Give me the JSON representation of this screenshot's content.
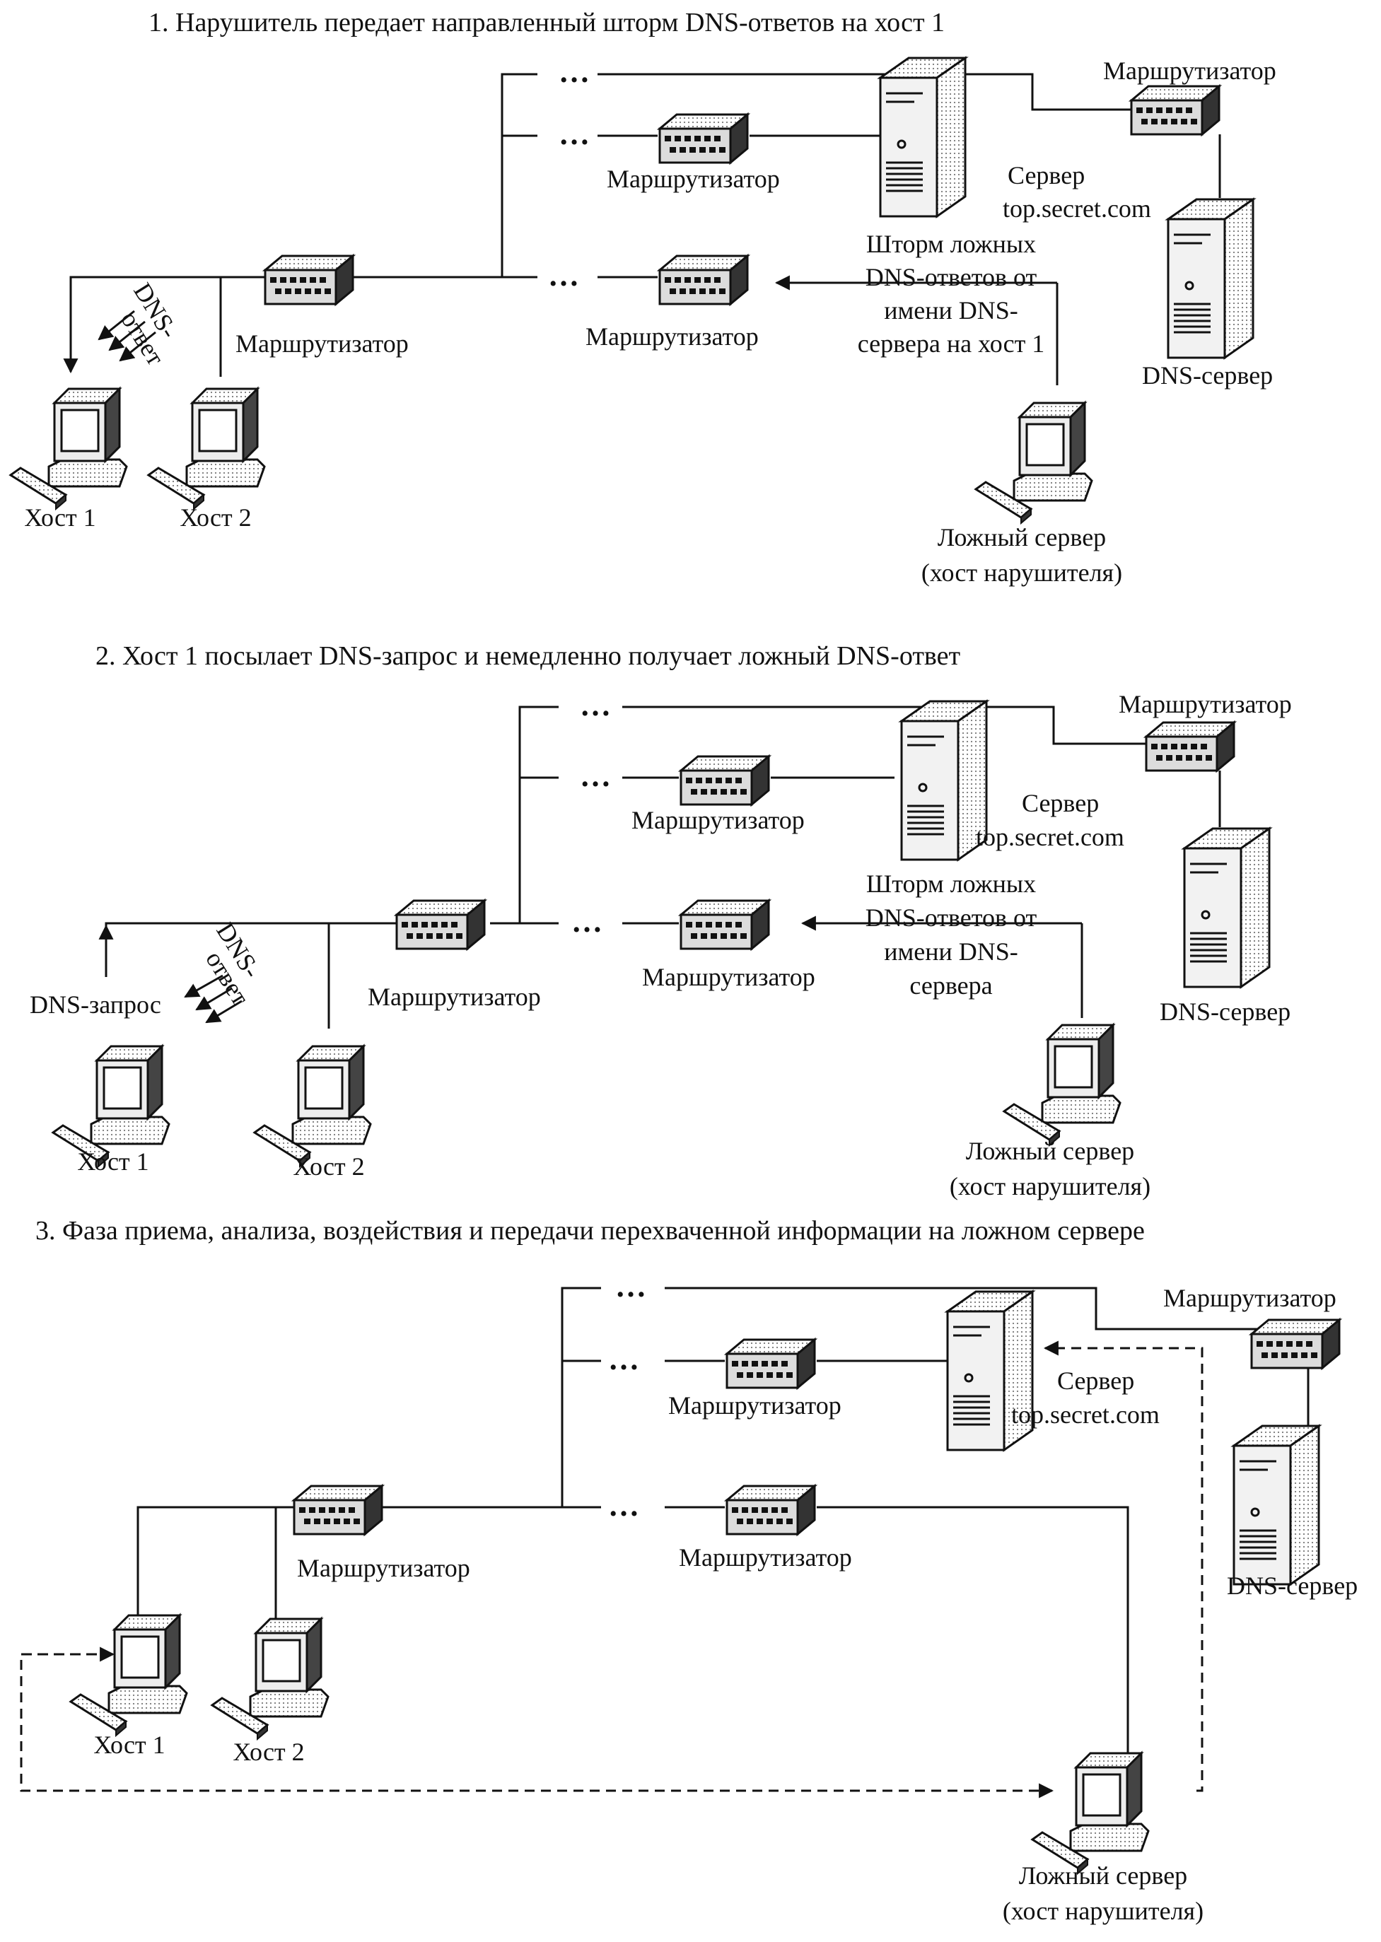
{
  "panels": [
    {
      "caption": "1. Нарушитель передает направленный шторм DNS-ответов на хост 1",
      "router": "Маршрутизатор",
      "server_label": "Сервер",
      "server_domain": "top.secret.com",
      "dns_server": "DNS-сервер",
      "storm": [
        "Шторм ложных",
        "DNS-ответов от",
        "имени DNS-",
        "сервера на хост 1"
      ],
      "host1": "Хост 1",
      "host2": "Хост 2",
      "fake_server": [
        "Ложный сервер",
        "(хост нарушителя)"
      ],
      "dns_answer": [
        "DNS-",
        "ответ"
      ],
      "ellipsis": "…"
    },
    {
      "caption": "2. Хост 1 посылает DNS-запрос и немедленно получает ложный DNS-ответ",
      "router": "Маршрутизатор",
      "server_label": "Сервер",
      "server_domain": "top.secret.com",
      "dns_server": "DNS-сервер",
      "storm": [
        "Шторм ложных",
        "DNS-ответов от",
        "имени DNS-",
        "сервера"
      ],
      "host1": "Хост 1",
      "host2": "Хост 2",
      "fake_server": [
        "Ложный сервер",
        "(хост нарушителя)"
      ],
      "dns_answer": [
        "DNS-",
        "ответ"
      ],
      "dns_request": "DNS-запрос",
      "ellipsis": "…"
    },
    {
      "caption": "3. Фаза приема, анализа, воздействия и передачи перехваченной информации на ложном сервере",
      "router": "Маршрутизатор",
      "server_label": "Сервер",
      "server_domain": "top.secret.com",
      "dns_server": "DNS-сервер",
      "host1": "Хост 1",
      "host2": "Хост 2",
      "fake_server": [
        "Ложный сервер",
        "(хост нарушителя)"
      ],
      "ellipsis": "…"
    }
  ]
}
